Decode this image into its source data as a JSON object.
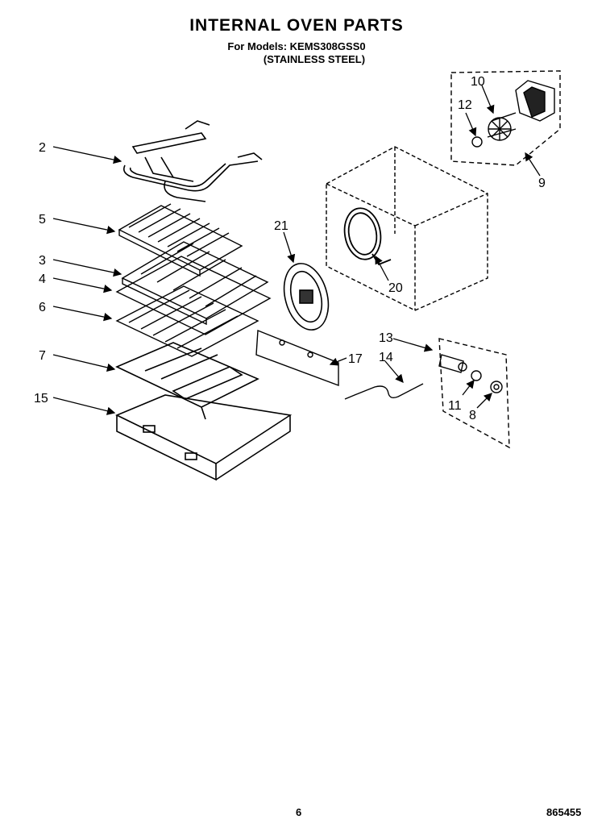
{
  "header": {
    "title": "INTERNAL OVEN PARTS",
    "model_line": "For Models: KEMS308GSS0",
    "finish": "(STAINLESS STEEL)"
  },
  "footer": {
    "page": "6",
    "doc_number": "865455"
  },
  "callouts": {
    "c2": "2",
    "c5": "5",
    "c3": "3",
    "c4": "4",
    "c6": "6",
    "c7": "7",
    "c15": "15",
    "c21": "21",
    "c20": "20",
    "c17": "17",
    "c13": "13",
    "c14": "14",
    "c11": "11",
    "c8": "8",
    "c10": "10",
    "c12": "12",
    "c9": "9"
  }
}
